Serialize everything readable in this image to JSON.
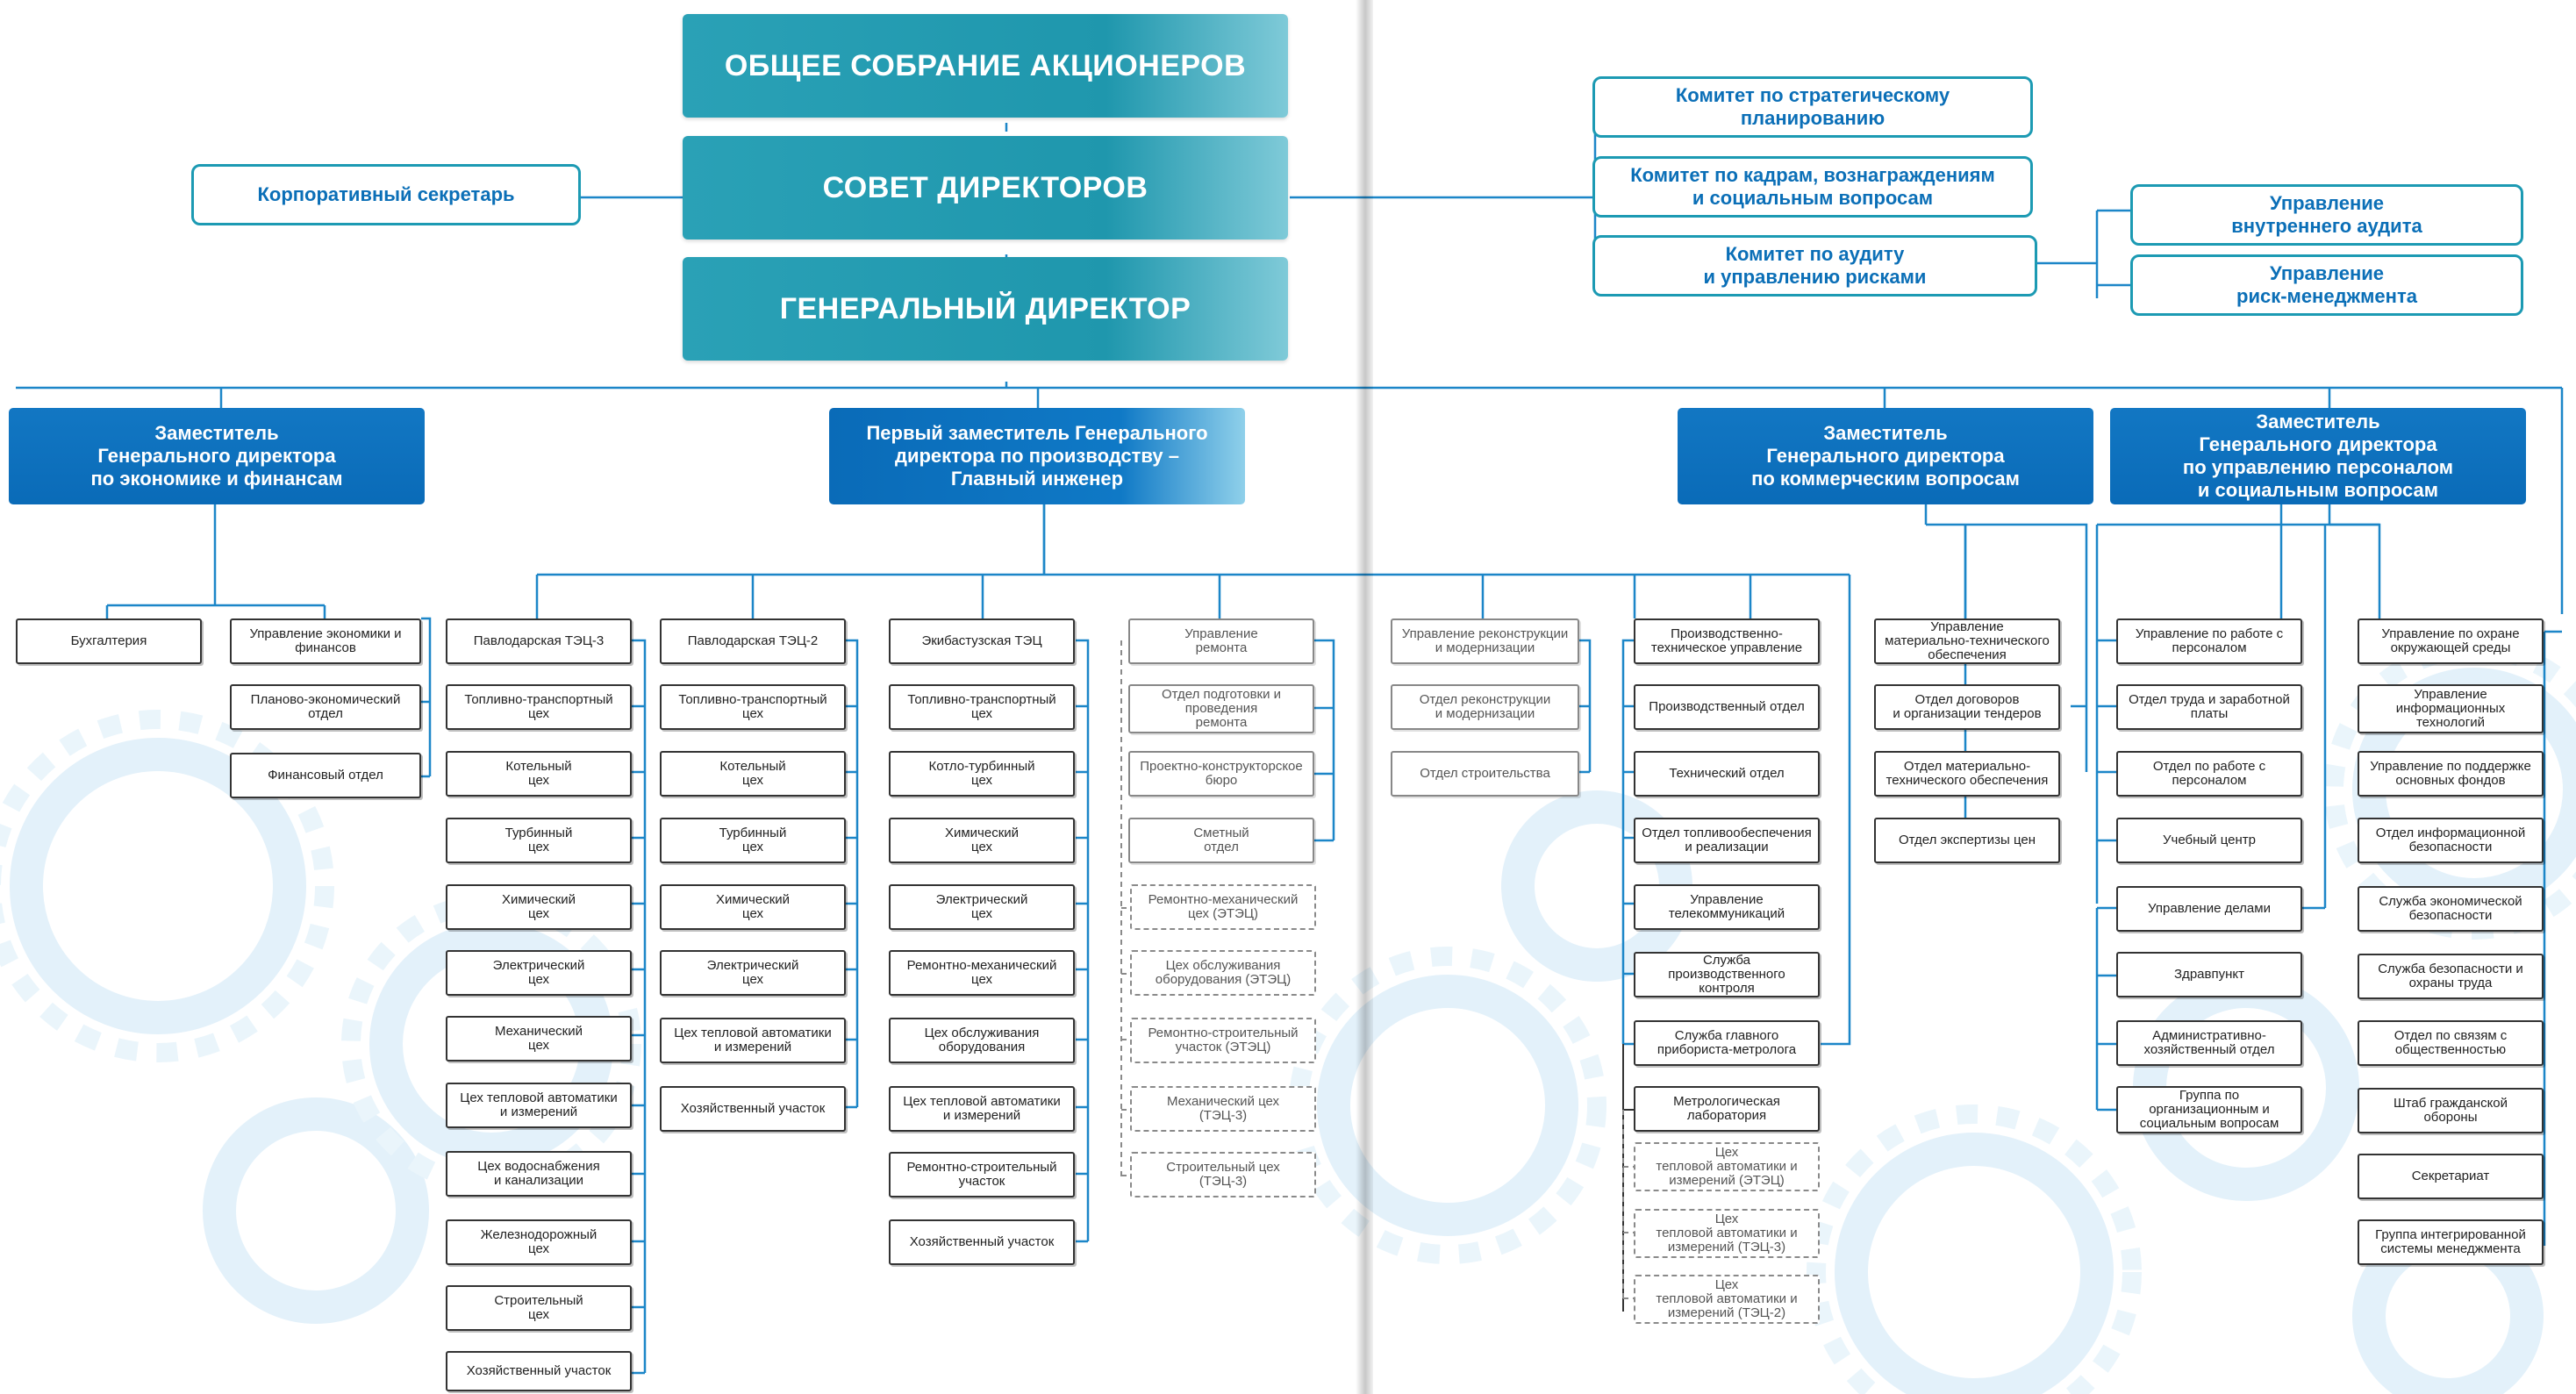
{
  "colors": {
    "teal": "#1f9db3",
    "blue": "#0a6bb8",
    "line": "#1c86c8",
    "dark": "#333333",
    "gear": "#dbeef8"
  },
  "top": {
    "assembly": "ОБЩЕЕ СОБРАНИЕ АКЦИОНЕРОВ",
    "board": "СОВЕТ ДИРЕКТОРОВ",
    "ceo": "ГЕНЕРАЛЬНЫЙ ДИРЕКТОР"
  },
  "secretary": "Корпоративный секретарь",
  "committees": [
    "Комитет по стратегическому\nпланированию",
    "Комитет по кадрам, вознаграждениям\nи социальным вопросам",
    "Комитет по аудиту\nи управлению рисками"
  ],
  "audit_units": [
    "Управление\nвнутреннего аудита",
    "Управление\nриск-менеджмента"
  ],
  "deputies": {
    "economics": "Заместитель\nГенерального директора\nпо экономике и финансам",
    "production": "Первый заместитель Генерального\nдиректора по производству –\nГлавный инженер",
    "commercial": "Заместитель\nГенерального директора\nпо коммерческим вопросам",
    "personnel": "Заместитель\nГенерального директора\nпо управлению персоналом\nи социальным вопросам"
  },
  "economics": {
    "accounting": "Бухгалтерия",
    "units": [
      "Управление экономики и\nфинансов",
      "Планово-экономический\nотдел",
      "Финансовый  отдел"
    ]
  },
  "tets3": {
    "head": "Павлодарская ТЭЦ-3",
    "items": [
      "Топливно-транспортный\nцех",
      "Котельный\nцех",
      "Турбинный\nцех",
      "Химический\nцех",
      "Электрический\nцех",
      "Механический\nцех",
      "Цех тепловой автоматики\nи измерений",
      "Цех водоснабжения\nи канализации",
      "Железнодорожный\nцех",
      "Строительный\nцех",
      "Хозяйственный  участок"
    ]
  },
  "tets2": {
    "head": "Павлодарская ТЭЦ-2",
    "items": [
      "Топливно-транспортный\nцех",
      "Котельный\nцех",
      "Турбинный\nцех",
      "Химический\nцех",
      "Электрический\nцех",
      "Цех тепловой автоматики\nи измерений",
      "Хозяйственный  участок"
    ]
  },
  "etets": {
    "head": "Экибастузская ТЭЦ",
    "items": [
      "Топливно-транспортный\nцех",
      "Котло-турбинный\nцех",
      "Химический\nцех",
      "Электрический\nцех",
      "Ремонтно-механический\nцех",
      "Цех обслуживания\nоборудования",
      "Цех тепловой автоматики\nи измерений",
      "Ремонтно-строительный\nучасток",
      "Хозяйственный  участок"
    ]
  },
  "repair": {
    "head": "Управление\nремонта",
    "items": [
      "Отдел подготовки и\nпроведения\nремонта",
      "Проектно-конструкторское\nбюро",
      "Сметный\nотдел"
    ],
    "dashed": [
      "Ремонтно-механический\nцех (ЭТЭЦ)",
      "Цех  обслуживания\nоборудования (ЭТЭЦ)",
      "Ремонтно-строительный\nучасток (ЭТЭЦ)",
      "Механический  цех\n(ТЭЦ-3)",
      "Строительный цех\n(ТЭЦ-3)"
    ]
  },
  "reconstruction": {
    "head": "Управление реконструкции\nи модернизации",
    "items": [
      "Отдел реконструкции\nи модернизации",
      "Отдел строительства"
    ]
  },
  "ptu": {
    "head": "Производственно-\nтехническое управление",
    "items": [
      "Производственный отдел",
      "Технический  отдел",
      "Отдел топливообеспечения\nи реализации",
      "Управление\nтелекоммуникаций",
      "Служба\nпроизводственного\nконтроля",
      "Служба главного\nприбориста-метролога"
    ],
    "metro": "Метрологическая\nлаборатория",
    "dashed": [
      "Цех\nтепловой автоматики и\nизмерений (ЭТЭЦ)",
      "Цех\nтепловой автоматики и\nизмерений (ТЭЦ-3)",
      "Цех\nтепловой автоматики и\nизмерений (ТЭЦ-2)"
    ]
  },
  "supply": {
    "head": "Управление\nматериально-технического\nобеспечения",
    "items": [
      "Отдел договоров\nи организации тендеров",
      "Отдел материально-\nтехнического обеспечения",
      "Отдел экспертизы цен"
    ]
  },
  "hr": {
    "head": "Управление по работе с\nперсоналом",
    "items": [
      "Отдел труда и заработной\nплаты",
      "Отдел по работе с\nперсоналом",
      "Учебный  центр"
    ]
  },
  "affairs": {
    "head": "Управление делами",
    "items": [
      "Здравпункт",
      "Административно-\nхозяйственный отдел",
      "Группа  по\nорганизационным  и\nсоциальным вопросам"
    ]
  },
  "env": {
    "items": [
      "Управление по охране\nокружающей среды",
      "Управление\nинформационных\nтехнологий",
      "Управление по поддержке\nосновных фондов",
      "Отдел информационной\nбезопасности",
      "Служба экономической\nбезопасности",
      "Служба безопасности и\nохраны труда",
      "Отдел по связям с\nобщественностью",
      "Штаб гражданской\nобороны",
      "Секретариат",
      "Группа интегрированной\nсистемы менеджмента"
    ]
  }
}
